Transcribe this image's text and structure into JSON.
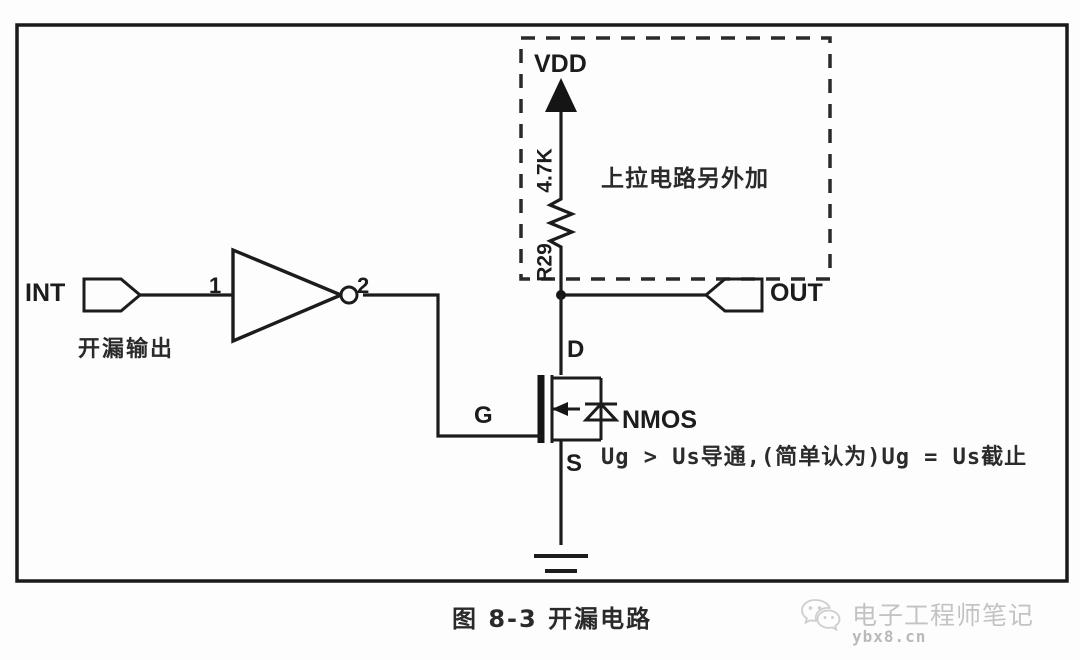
{
  "figure": {
    "caption": "图 8-3 开漏电路",
    "border_color": "#1a1a1a",
    "line_color": "#1c1c1c",
    "background": "#fdfdfd"
  },
  "labels": {
    "int_port": "INT",
    "out_port": "OUT",
    "open_drain_note": "开漏输出",
    "inverter_pin_in": "1",
    "inverter_pin_out": "2",
    "vdd": "VDD",
    "resistor_value": "4.7K",
    "resistor_ref": "R29",
    "pullup_note": "上拉电路另外加",
    "mosfet_drain": "D",
    "mosfet_gate": "G",
    "mosfet_source": "S",
    "mosfet_type": "NMOS",
    "condition_formula": "Ug > Us导通,(简单认为)Ug = Us截止"
  },
  "watermark": {
    "title": "电子工程师笔记",
    "url": "ybx8.cn",
    "icon": "wechat-icon"
  }
}
